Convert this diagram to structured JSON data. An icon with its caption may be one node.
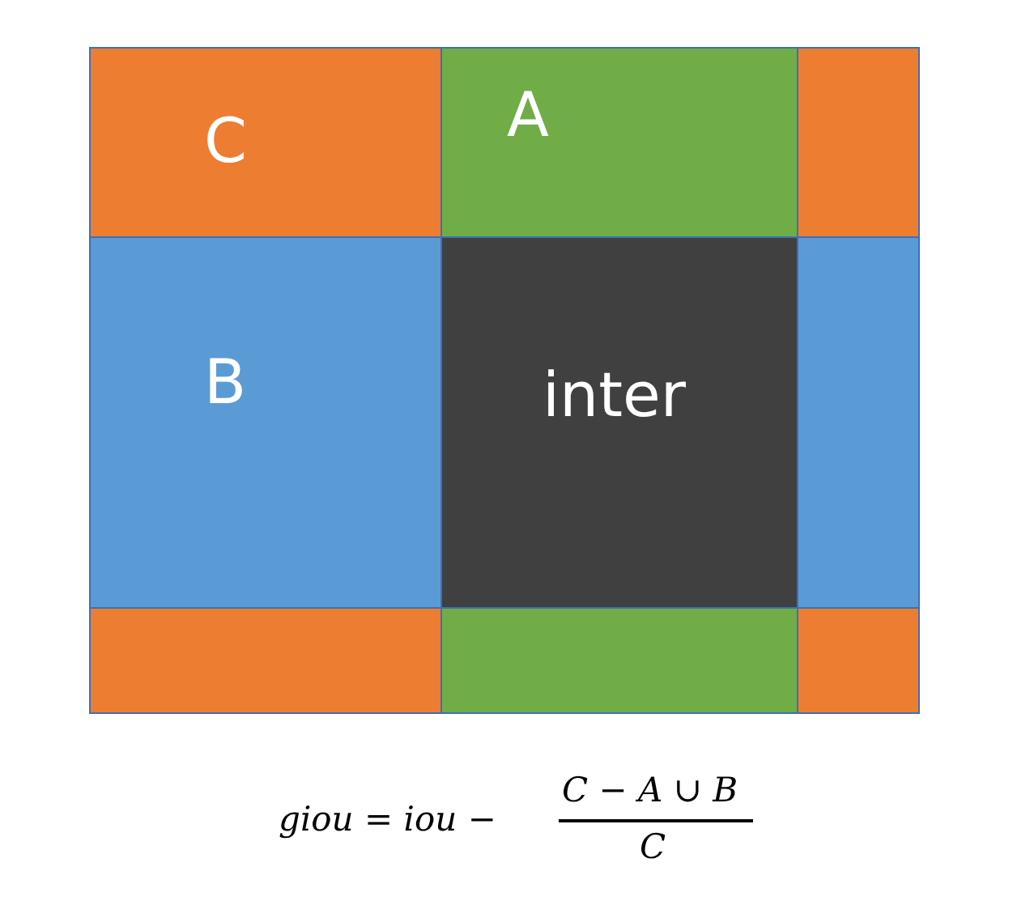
{
  "diagram": {
    "nodes": [
      {
        "text": [
          "C"
        ]
      },
      {
        "text": [
          "A"
        ]
      },
      {
        "text": [],
        "shape": "box"
      },
      {
        "text": [
          "B"
        ]
      },
      {
        "text": [
          "inter"
        ]
      },
      {
        "text": [],
        "shape": "box"
      },
      {
        "text": [],
        "shape": "box"
      },
      {
        "text": [],
        "shape": "box"
      },
      {
        "text": [],
        "shape": "box"
      }
    ],
    "labels": [
      "giou = iou −",
      "C − A ∪ B",
      "C"
    ]
  }
}
